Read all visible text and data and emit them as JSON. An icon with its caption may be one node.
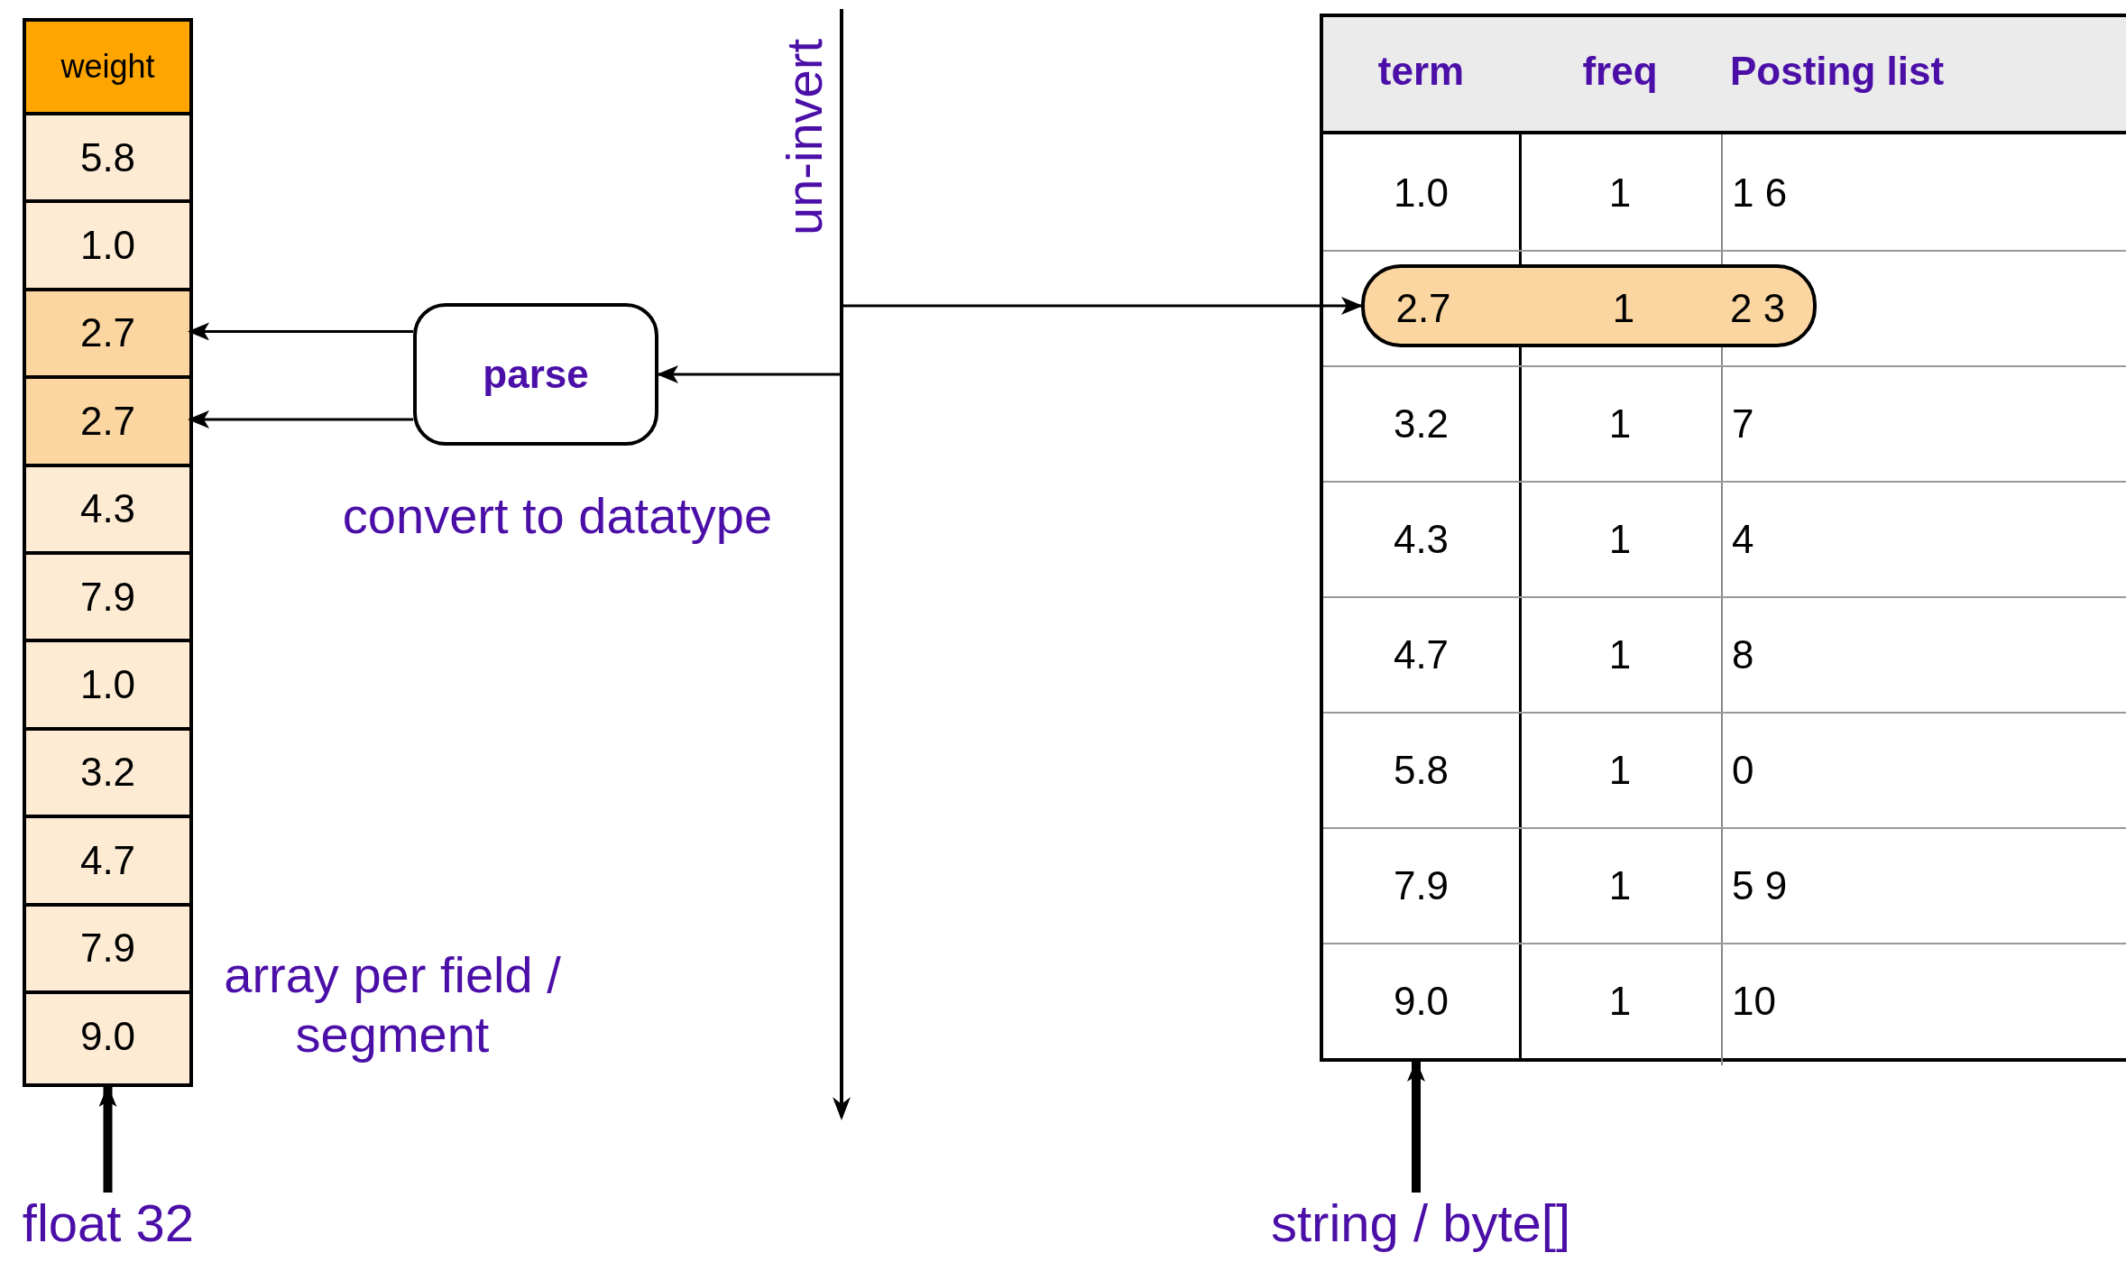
{
  "diagram": {
    "nodes": [
      {
        "text": [
          "weight"
        ]
      },
      {
        "text": [
          "5.8"
        ],
        "in": 0
      },
      {
        "text": [
          "1.0"
        ],
        "in": 0
      },
      {
        "text": [
          "2.7"
        ],
        "in": 0
      },
      {
        "text": [
          "2.7"
        ],
        "in": 0
      },
      {
        "text": [
          "4.3"
        ],
        "in": 0
      },
      {
        "text": [
          "7.9"
        ],
        "in": 0
      },
      {
        "text": [
          "1.0"
        ],
        "in": 0
      },
      {
        "text": [
          "3.2"
        ],
        "in": 0
      },
      {
        "text": [
          "4.7"
        ],
        "in": 0
      },
      {
        "text": [
          "7.9"
        ],
        "in": 0
      },
      {
        "text": [
          "9.0"
        ],
        "in": 0
      },
      {
        "text": [
          "parse"
        ],
        "beside": [
          "convert to datatype"
        ]
      },
      {
        "text": [],
        "shape": "bar",
        "beside": [
          "un-invert"
        ]
      },
      {
        "text": [],
        "shape": "box"
      },
      {
        "text": [
          "term",
          "freq",
          "Posting list"
        ],
        "in": 14
      },
      {
        "text": [
          "1.0",
          "1",
          "1 6"
        ],
        "in": 14
      },
      {
        "text": [
          "2.7",
          "1",
          "2 3"
        ],
        "in": 14
      },
      {
        "text": [
          "3.2",
          "1",
          "7"
        ],
        "in": 14
      },
      {
        "text": [
          "4.3",
          "1",
          "4"
        ],
        "in": 14
      },
      {
        "text": [
          "4.7",
          "1",
          "8"
        ],
        "in": 14
      },
      {
        "text": [
          "5.8",
          "1",
          "0"
        ],
        "in": 14
      },
      {
        "text": [
          "7.9",
          "1",
          "5 9"
        ],
        "in": 14
      },
      {
        "text": [
          "9.0",
          "1",
          "10"
        ],
        "in": 14
      },
      {
        "text": [
          "float 32"
        ]
      },
      {
        "text": [
          "string / byte[]"
        ]
      }
    ],
    "edges": [
      {
        "from": 13,
        "to": 12,
        "arrow": "to"
      },
      {
        "from": 12,
        "to": 3,
        "arrow": "to"
      },
      {
        "from": 12,
        "to": 4,
        "arrow": "to"
      },
      {
        "from": 13,
        "to": 17,
        "arrow": "to"
      },
      {
        "from": 24,
        "to": 0,
        "arrow": "to",
        "style": "thick"
      },
      {
        "from": 25,
        "to": 14,
        "arrow": "to",
        "style": "thick"
      }
    ],
    "labels": [
      "array per field / segment"
    ]
  }
}
